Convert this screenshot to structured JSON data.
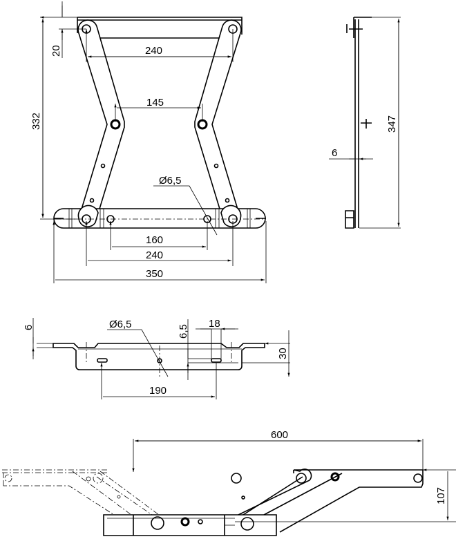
{
  "drawing": {
    "line_color": "#000000",
    "background": "#ffffff",
    "front_view": {
      "dim_top_offset": "20",
      "dim_height": "332",
      "dim_top_pivots": "240",
      "dim_mid_pivots": "145",
      "dim_hole_diameter": "Ø6,5",
      "dim_holes": "160",
      "dim_bottom_pivots": "240",
      "dim_width": "350"
    },
    "side_view": {
      "dim_height": "347",
      "dim_thickness": "6"
    },
    "plan_view": {
      "dim_strip": "6",
      "dim_hole_diameter": "Ø6,5",
      "dim_slot_width": "6,5",
      "dim_slot_length": "18",
      "dim_height": "30",
      "dim_slots": "190"
    },
    "open_view": {
      "dim_length": "600",
      "dim_height": "107"
    }
  }
}
